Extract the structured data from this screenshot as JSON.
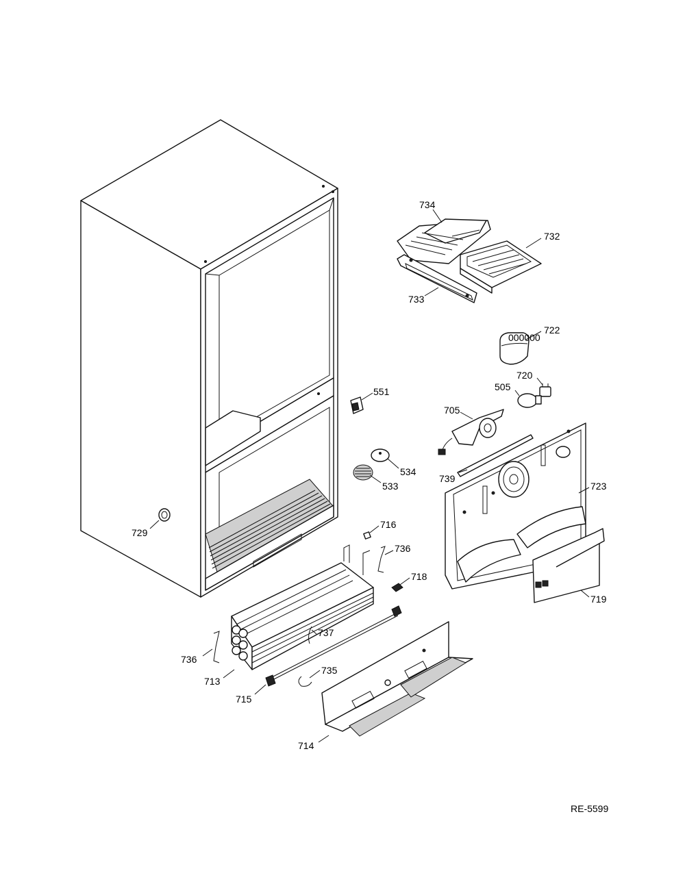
{
  "diagram_ref": "RE-5599",
  "callouts": {
    "c734": "734",
    "c732": "732",
    "c733": "733",
    "c722": "722",
    "c720": "720",
    "c505": "505",
    "c551": "551",
    "c705": "705",
    "c534": "534",
    "c533": "533",
    "c739": "739",
    "c723": "723",
    "c729": "729",
    "c716": "716",
    "c736a": "736",
    "c718": "718",
    "c719": "719",
    "c737": "737",
    "c736b": "736",
    "c713": "713",
    "c735": "735",
    "c715": "715",
    "c714": "714"
  }
}
